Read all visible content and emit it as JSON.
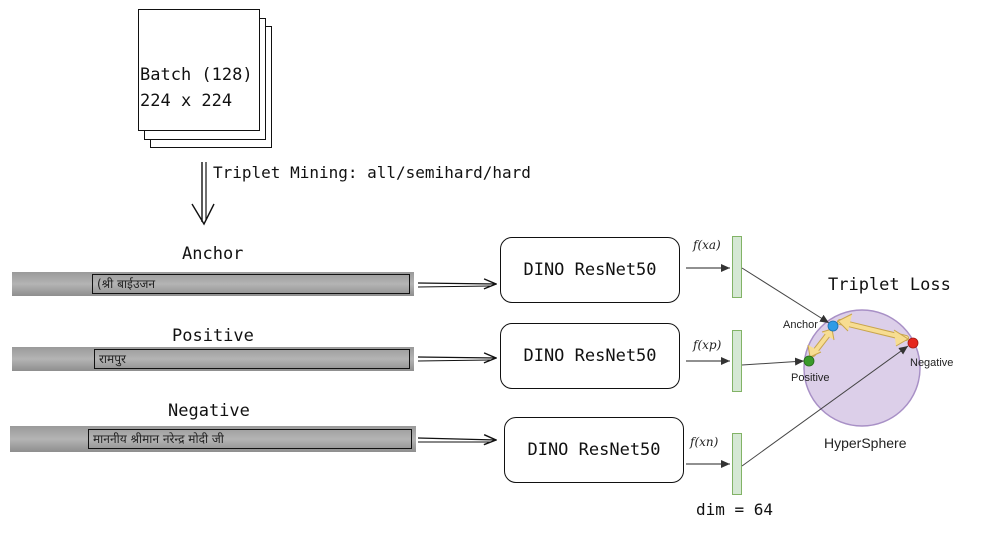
{
  "batch": {
    "line1": "Batch (128)",
    "line2": "224 x 224"
  },
  "mining_label": "Triplet Mining: all/semihard/hard",
  "rows": [
    {
      "label": "Anchor",
      "sample_text": "(श्री बाईउजन",
      "model": "DINO ResNet50",
      "embedding_math": "f(xa)"
    },
    {
      "label": "Positive",
      "sample_text": "रामपुर",
      "model": "DINO ResNet50",
      "embedding_math": "f(xp)"
    },
    {
      "label": "Negative",
      "sample_text": "माननीय श्रीमान नरेन्द्र मोदी जी",
      "model": "DINO ResNet50",
      "embedding_math": "f(xn)"
    }
  ],
  "dim_label": "dim = 64",
  "loss": {
    "title": "Triplet Loss",
    "sphere_label": "HyperSphere",
    "anchor": "Anchor",
    "positive": "Positive",
    "negative": "Negative",
    "colors": {
      "anchor": "#2e9be6",
      "positive": "#3a9a2a",
      "negative": "#e5261f",
      "sphere": "#d9cce8",
      "arrow": "#f5d27a"
    }
  }
}
